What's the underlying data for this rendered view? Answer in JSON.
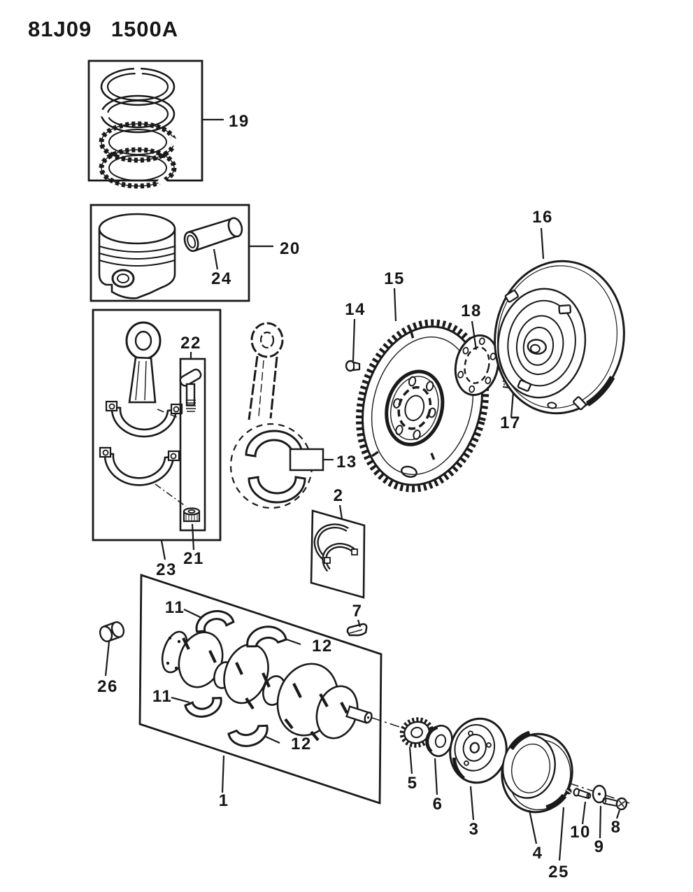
{
  "page": {
    "title": "81J09 1500A"
  },
  "diagram": {
    "type": "exploded-parts-diagram",
    "callouts": {
      "c1": {
        "label": "1"
      },
      "c2": {
        "label": "2"
      },
      "c3": {
        "label": "3"
      },
      "c4": {
        "label": "4"
      },
      "c5": {
        "label": "5"
      },
      "c6": {
        "label": "6"
      },
      "c7": {
        "label": "7"
      },
      "c8": {
        "label": "8"
      },
      "c9": {
        "label": "9"
      },
      "c10": {
        "label": "10"
      },
      "c11a": {
        "label": "11"
      },
      "c11b": {
        "label": "11"
      },
      "c12a": {
        "label": "12"
      },
      "c12b": {
        "label": "12"
      },
      "c13": {
        "label": "13"
      },
      "c14": {
        "label": "14"
      },
      "c15": {
        "label": "15"
      },
      "c16": {
        "label": "16"
      },
      "c17": {
        "label": "17"
      },
      "c18": {
        "label": "18"
      },
      "c19": {
        "label": "19"
      },
      "c20": {
        "label": "20"
      },
      "c21": {
        "label": "21"
      },
      "c22": {
        "label": "22"
      },
      "c23": {
        "label": "23"
      },
      "c24": {
        "label": "24"
      },
      "c25": {
        "label": "25"
      },
      "c26": {
        "label": "26"
      }
    }
  }
}
